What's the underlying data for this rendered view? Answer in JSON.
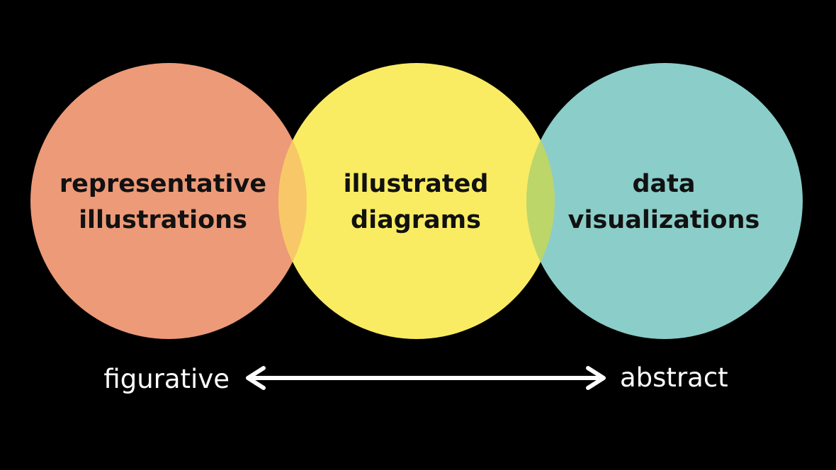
{
  "circles": [
    {
      "id": "representative",
      "line1": "representative",
      "line2": "illustrations",
      "color": "#EC9A78"
    },
    {
      "id": "illustrated",
      "line1": "illustrated",
      "line2": "diagrams",
      "color": "#F9EC62"
    },
    {
      "id": "data",
      "line1": "data",
      "line2": "visualizations",
      "color": "#8BCDC8"
    }
  ],
  "overlaps": {
    "left": "#F8C868",
    "right": "#BDD66A"
  },
  "background": "#000000",
  "axis": {
    "left_label": "figurative",
    "right_label": "abstract",
    "color": "#FFFFFF"
  }
}
